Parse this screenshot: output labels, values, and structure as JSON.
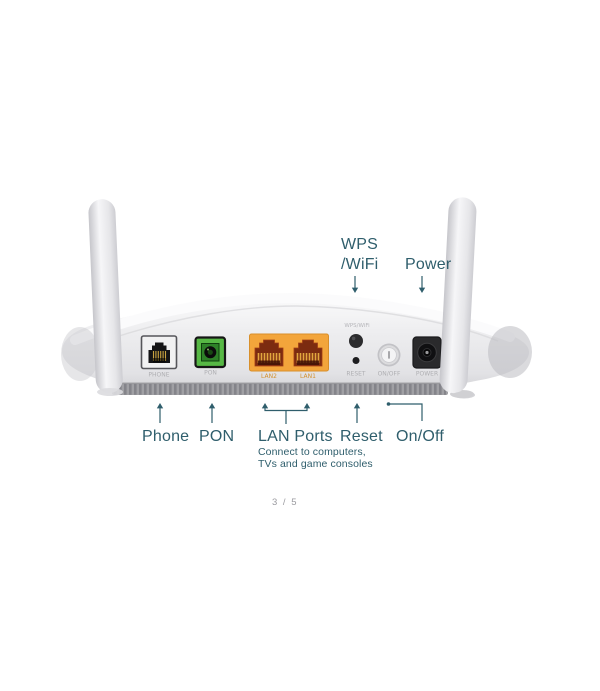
{
  "figure": {
    "callouts": {
      "wps_line1": "WPS",
      "wps_line2": "/WiFi",
      "power": "Power",
      "phone": "Phone",
      "pon": "PON",
      "lan_ports": "LAN Ports",
      "lan_caption_line1": "Connect to computers,",
      "lan_caption_line2": "TVs and game consoles",
      "reset": "Reset",
      "on_off": "On/Off"
    },
    "panel_prints": {
      "wps_wifi": "WPS/WiFi",
      "phone": "PHONE",
      "pon": "PON",
      "lan2": "LAN2",
      "lan1": "LAN1",
      "reset": "RESET",
      "on_off": "ON/OFF",
      "power": "POWER"
    },
    "colors": {
      "callout_text": "#2f5e6c",
      "lan_port_orange": "#f3a53b",
      "pon_green": "#57b845",
      "panel_print_gray": "#aeaeb2",
      "lan_print_orange": "#d2902f",
      "pager_text": "#9b9ba0"
    }
  },
  "pager": {
    "label": "3 / 5"
  }
}
